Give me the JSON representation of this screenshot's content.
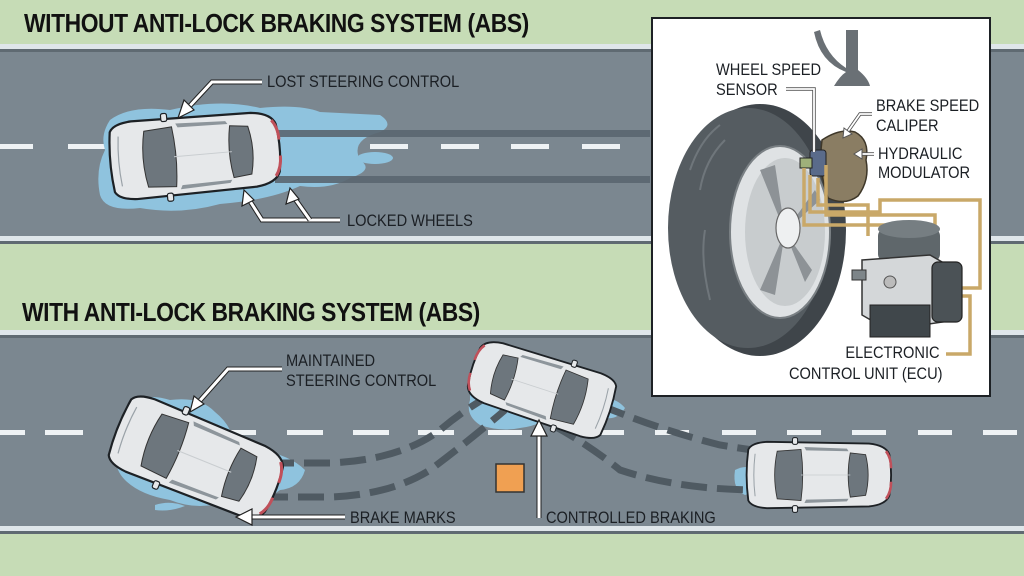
{
  "sections": {
    "without_abs": {
      "title": "WITHOUT ANTI-LOCK BRAKING SYSTEM (ABS)",
      "callouts": {
        "lost_steering": "LOST STEERING CONTROL",
        "locked_wheels": "LOCKED WHEELS"
      }
    },
    "with_abs": {
      "title": "WITH ANTI-LOCK BRAKING SYSTEM (ABS)",
      "callouts": {
        "maintained_steering_line1": "MAINTAINED",
        "maintained_steering_line2": "STEERING CONTROL",
        "brake_marks": "BRAKE MARKS",
        "controlled_braking": "CONTROLLED BRAKING"
      }
    }
  },
  "inset": {
    "labels": {
      "wheel_speed_sensor_line1": "WHEEL SPEED",
      "wheel_speed_sensor_line2": "SENSOR",
      "brake_caliper_line1": "BRAKE SPEED",
      "brake_caliper_line2": "CALIPER",
      "hydraulic_modulator_line1": "HYDRAULIC",
      "hydraulic_modulator_line2": "MODULATOR",
      "ecu_line1": "ELECTRONIC",
      "ecu_line2": "CONTROL UNIT (ECU)"
    }
  },
  "colors": {
    "grass": "#c6dcb6",
    "road": "#7b8790",
    "road_edge": "#e4eaee",
    "water": "#8fc3de",
    "skid": "#4f5a62",
    "car_body": "#e6e8ea",
    "car_glass": "#6d767d",
    "brake_pipe": "#c9a868",
    "caliper": "#8a7d63",
    "hazard_marker": "#f0a052"
  }
}
